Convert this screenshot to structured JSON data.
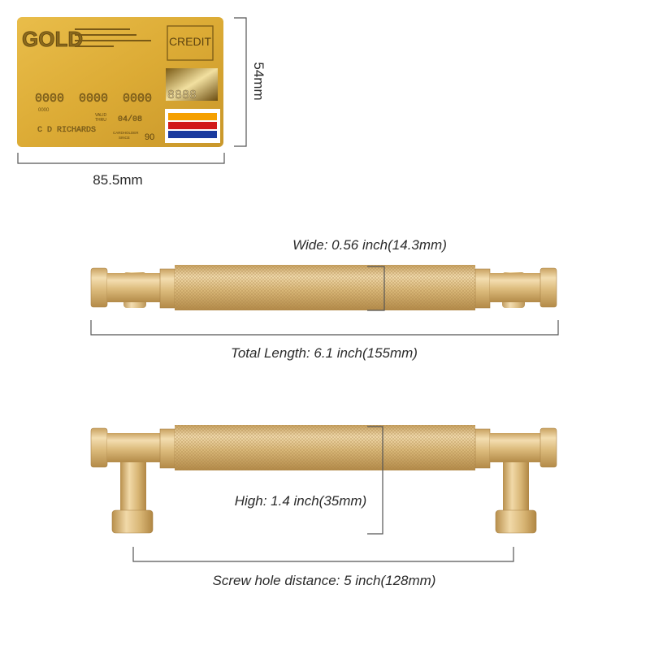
{
  "card": {
    "brand": "GOLD",
    "type_label": "CREDIT",
    "number_groups": [
      "0000",
      "0000",
      "0000",
      "8888"
    ],
    "small_number": "0000",
    "valid_label_1": "VALID",
    "valid_label_2": "THRU",
    "expiry": "04/08",
    "holder": "C D RICHARDS",
    "cardholder_label_1": "CARDHOLDER",
    "cardholder_label_2": "SINCE",
    "since_value": "90",
    "stripe_colors": [
      "#f5a000",
      "#d11a1a",
      "#1a3a9e"
    ],
    "gold_color": "#e2b13c"
  },
  "card_dims": {
    "width_label": "85.5mm",
    "height_label": "54mm"
  },
  "handle_top": {
    "wide_label": "Wide: 0.56 inch(14.3mm)",
    "length_label": "Total Length: 6.1 inch(155mm)"
  },
  "handle_bottom": {
    "high_label": "High: 1.4 inch(35mm)",
    "screw_label": "Screw hole distance: 5 inch(128mm)"
  },
  "colors": {
    "brass": "#d9b778",
    "brass_dark": "#b8924f",
    "brass_light": "#f0d8a6"
  }
}
